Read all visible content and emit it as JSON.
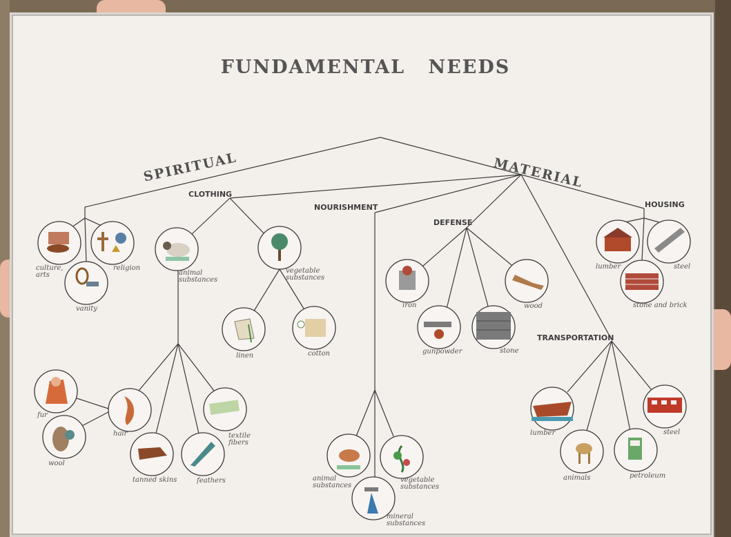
{
  "title": "FUNDAMENTAL   NEEDS",
  "branches": {
    "spiritual": "SPIRITUAL",
    "material": "MATERIAL"
  },
  "categories": {
    "clothing": "CLOTHING",
    "nourishment": "NOURISHMENT",
    "defense": "DEFENSE",
    "housing": "HOUSING",
    "transportation": "TRANSPORTATION"
  },
  "captions": {
    "culture": "culture,\narts",
    "religion": "religion",
    "vanity": "vanity",
    "animal_sub_clothing": "animal\nsubstances",
    "vegetable_sub_clothing": "vegetable\nsubstances",
    "linen": "linen",
    "cotton": "cotton",
    "fur": "fur",
    "wool": "wool",
    "hair": "hair",
    "tanned_skins": "tanned skins",
    "feathers": "feathers",
    "textile_fibers": "textile\nfibers",
    "animal_sub_food": "animal\nsubstances",
    "vegetable_sub_food": "vegetable\nsubstances",
    "mineral_sub_food": "mineral\nsubstances",
    "iron": "iron",
    "wood": "wood",
    "gunpowder": "gunpowder",
    "stone": "stone",
    "lumber_housing": "lumber",
    "steel_housing": "steel",
    "stone_brick": "stone and brick",
    "lumber_transport": "lumber",
    "animals": "animals",
    "petroleum": "petroleum",
    "steel_transport": "steel"
  },
  "icons": {
    "culture": "painting-violin-icon",
    "religion": "religious-symbols-icon",
    "vanity": "mirror-icon",
    "animal_clothing": "sheep-icon",
    "vegetable_clothing": "plant-icon",
    "linen": "flax-icon",
    "cotton": "cotton-cloth-icon",
    "fur": "fur-parka-icon",
    "wool": "wool-skein-icon",
    "hair": "hair-lock-icon",
    "tanned_skins": "leather-shoe-icon",
    "feathers": "feather-icon",
    "textile_fibers": "fabric-roll-icon",
    "animal_food": "cow-icon",
    "vegetable_food": "vegetable-plant-icon",
    "mineral_food": "water-tap-icon",
    "iron": "armor-icon",
    "wood_defense": "club-icon",
    "gunpowder": "cannon-icon",
    "stone_defense": "stone-wall-icon",
    "lumber_housing": "log-cabin-icon",
    "steel_housing": "steel-beam-icon",
    "stone_brick": "brick-wall-icon",
    "lumber_transport": "wooden-boat-icon",
    "animals": "camel-icon",
    "petroleum": "gas-pump-icon",
    "steel_transport": "train-icon"
  },
  "colors": {
    "poster": "#f3efeb",
    "line": "#3a3a3a",
    "text": "#555555"
  }
}
